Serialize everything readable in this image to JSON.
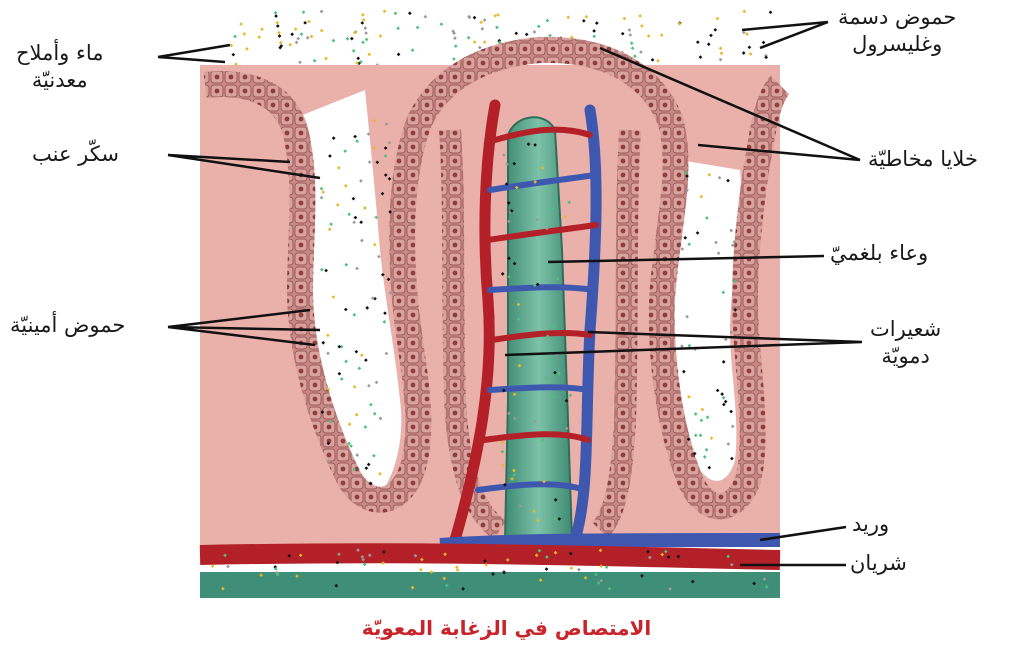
{
  "labels": {
    "water_minerals": [
      "ماء وأملاح",
      "معدنيّة"
    ],
    "glucose": "سكّر عنب",
    "amino_acids": "حموض أمينيّة",
    "fatty_acids": [
      "حموض دسمة",
      "وغليسرول"
    ],
    "mucosal_cells": "خلايا مخاطيّة",
    "lymph_vessel": "وعاء بلغميّ",
    "capillaries": [
      "شعيرات",
      "دمويّة"
    ],
    "vein": "وريد",
    "artery": "شريان"
  },
  "caption": "الامتصاص في الزغابة المعويّة",
  "colors": {
    "tissue": "#e9a9a3",
    "cell_wall": "#b76e6e",
    "artery": "#c0262b",
    "vein": "#4a62b8",
    "lymph": "#5a9f88",
    "caption": "#c8242b"
  }
}
